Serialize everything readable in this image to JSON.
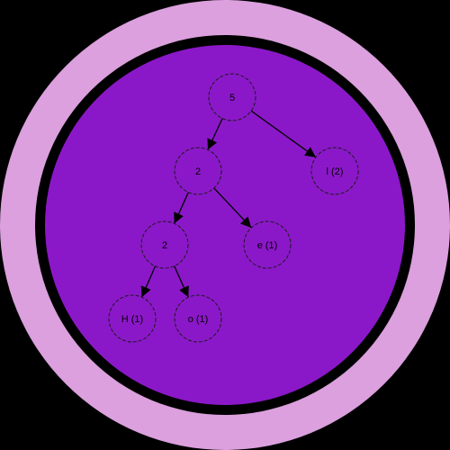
{
  "colors": {
    "background": "#000000",
    "outer_ring": "#dba0dd",
    "border_ring": "#000000",
    "inner_disc": "#8b18c8",
    "node_stroke": "#1a1a1a",
    "edge": "#000000"
  },
  "tree": {
    "nodes": [
      {
        "id": "root",
        "label": "5"
      },
      {
        "id": "n2a",
        "label": "2"
      },
      {
        "id": "nl",
        "label": "l (2)"
      },
      {
        "id": "n2b",
        "label": "2"
      },
      {
        "id": "ne",
        "label": "e (1)"
      },
      {
        "id": "nH",
        "label": "H (1)"
      },
      {
        "id": "no",
        "label": "o (1)"
      }
    ],
    "edges": [
      {
        "from": "root",
        "to": "n2a"
      },
      {
        "from": "root",
        "to": "nl"
      },
      {
        "from": "n2a",
        "to": "n2b"
      },
      {
        "from": "n2a",
        "to": "ne"
      },
      {
        "from": "n2b",
        "to": "nH"
      },
      {
        "from": "n2b",
        "to": "no"
      }
    ]
  }
}
